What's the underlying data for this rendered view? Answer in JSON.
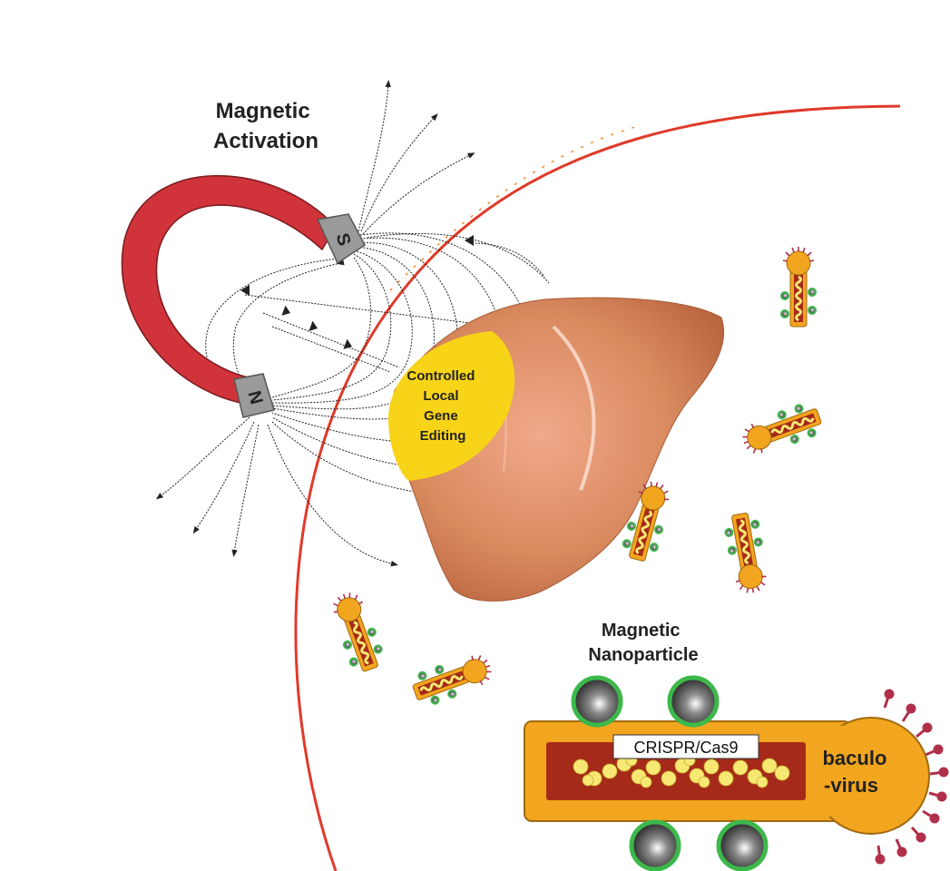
{
  "labels": {
    "activation_line1": "Magnetic",
    "activation_line2": "Activation",
    "editing_line1": "Controlled",
    "editing_line2": "Local",
    "editing_line3": "Gene",
    "editing_line4": "Editing",
    "nanoparticle_line1": "Magnetic",
    "nanoparticle_line2": "Nanoparticle",
    "crispr": "CRISPR/Cas9",
    "baculo_line1": "baculo",
    "baculo_line2": "-virus",
    "pole_south": "S",
    "pole_north": "N"
  },
  "colors": {
    "magnet_red": "#d0343a",
    "pole_gray": "#9a9a9a",
    "liver": "#d98a5f",
    "editing_zone": "#f7d417",
    "virus_orange": "#f2a51e",
    "virus_core": "#a52a1a",
    "dna_yellow": "#f6e873",
    "spike": "#b0304a",
    "nanoparticle_ring": "#3db84b",
    "cell_membrane": "#e03a2a"
  },
  "icons": [
    "horseshoe-magnet-icon",
    "liver-icon",
    "baculovirus-icon",
    "magnetic-nanoparticle-icon"
  ]
}
